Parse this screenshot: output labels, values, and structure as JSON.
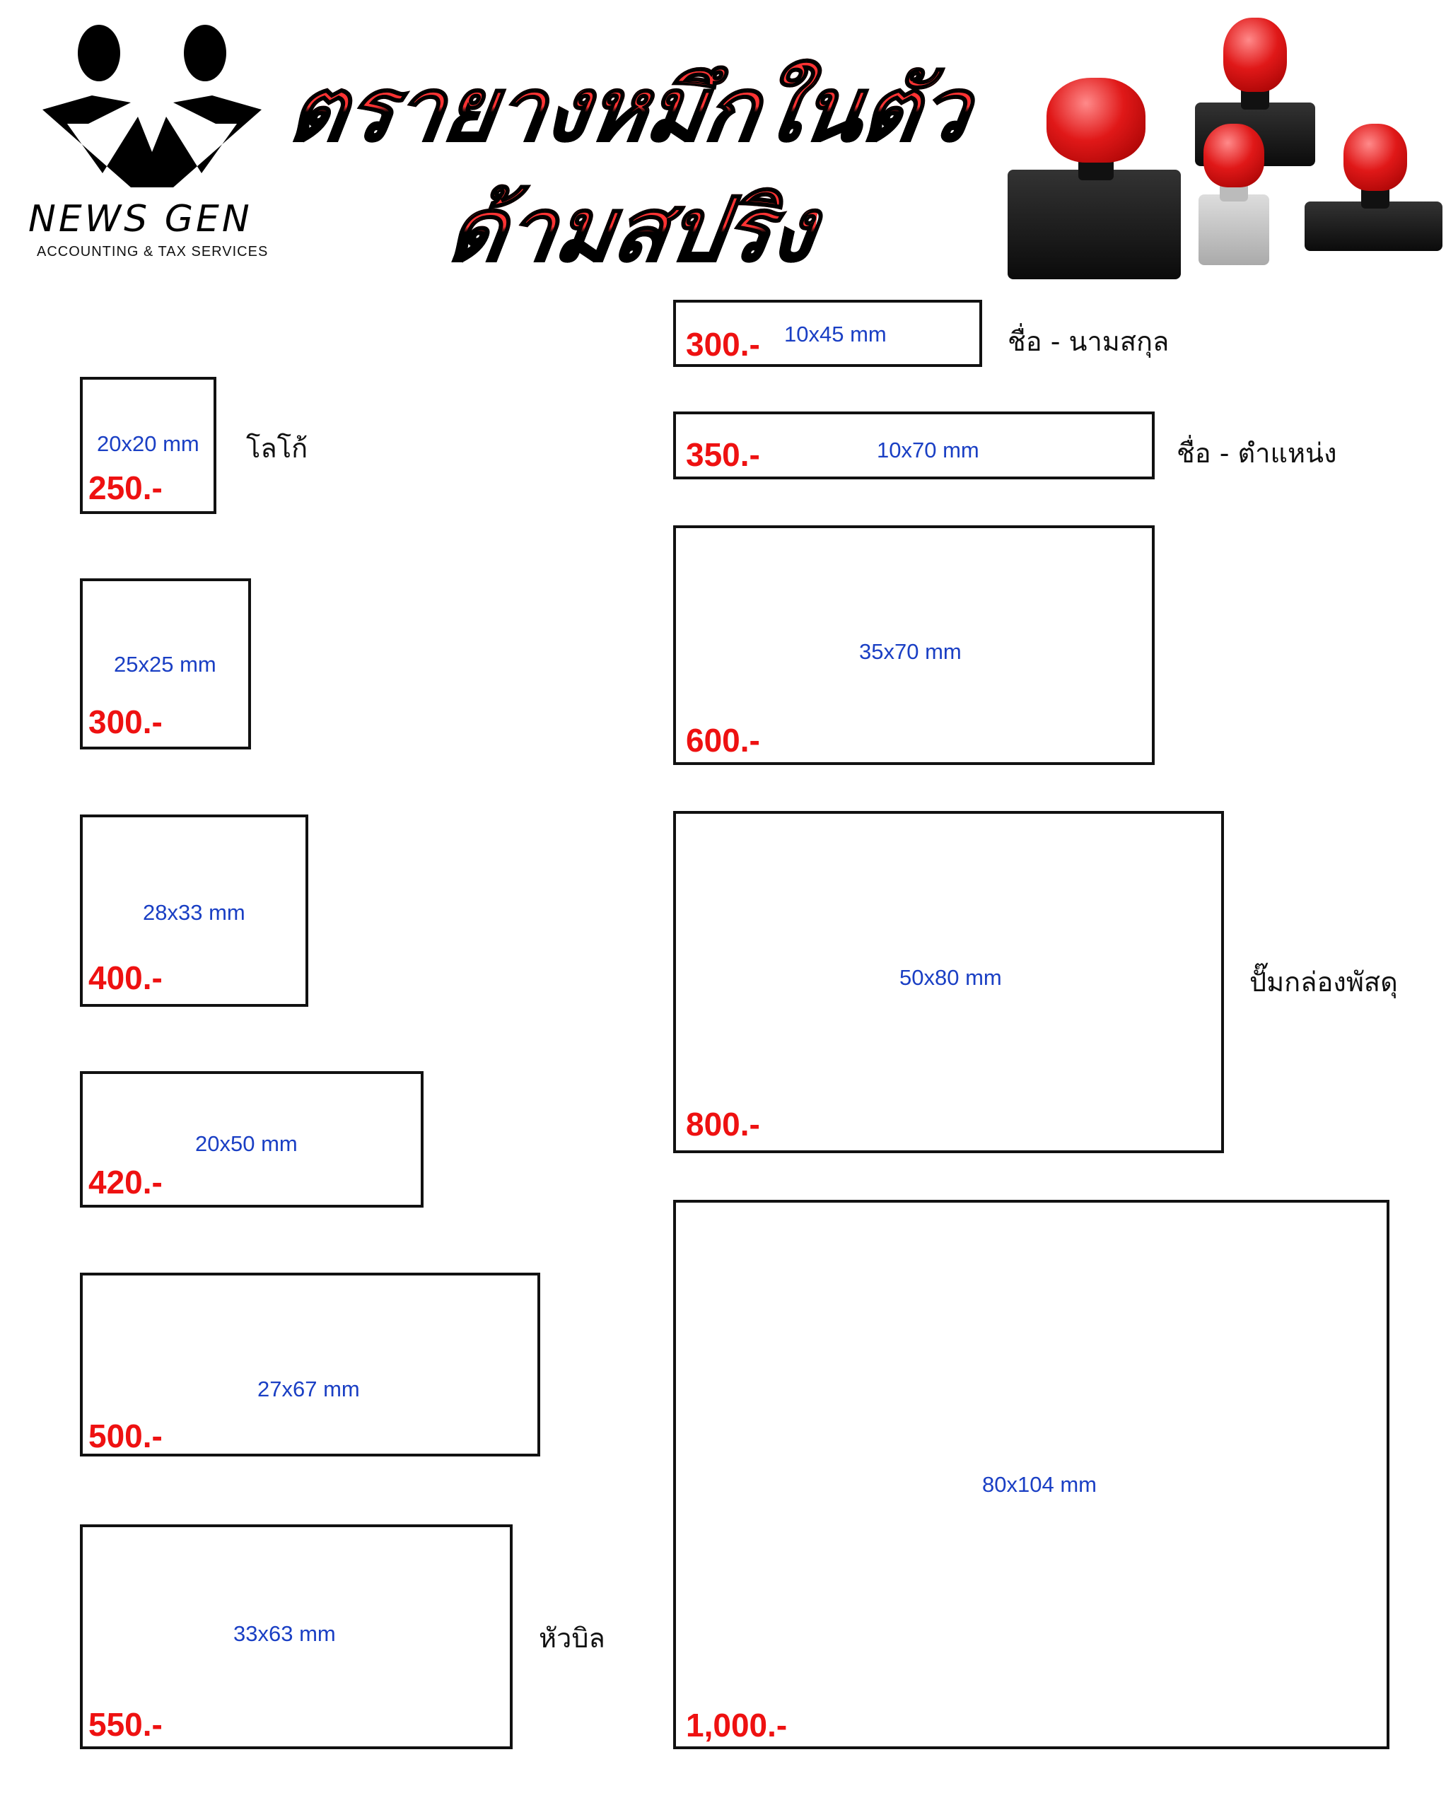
{
  "logo": {
    "brand": "NEWS GEN",
    "tagline": "ACCOUNTING & TAX SERVICES"
  },
  "title": {
    "line1": "ตรายางหมึกในตัว",
    "line2": "ด้ามสปริง"
  },
  "colors": {
    "price": "#ee1111",
    "size": "#1a3fc4",
    "title_red": "#ff3333"
  },
  "left_items": [
    {
      "size": "20x20 mm",
      "price": "250.-",
      "note": "โลโก้"
    },
    {
      "size": "25x25 mm",
      "price": "300.-"
    },
    {
      "size": "28x33 mm",
      "price": "400.-"
    },
    {
      "size": "20x50 mm",
      "price": "420.-"
    },
    {
      "size": "27x67 mm",
      "price": "500.-"
    },
    {
      "size": "33x63 mm",
      "price": "550.-",
      "note": "หัวบิล"
    }
  ],
  "right_items": [
    {
      "size": "10x45 mm",
      "price": "300.-",
      "note": "ชื่อ - นามสกุล"
    },
    {
      "size": "10x70 mm",
      "price": "350.-",
      "note": "ชื่อ - ตำแหน่ง"
    },
    {
      "size": "35x70 mm",
      "price": "600.-"
    },
    {
      "size": "50x80 mm",
      "price": "800.-",
      "note": "ปั๊มกล่องพัสดุ"
    },
    {
      "size": "80x104 mm",
      "price": "1,000.-"
    }
  ]
}
